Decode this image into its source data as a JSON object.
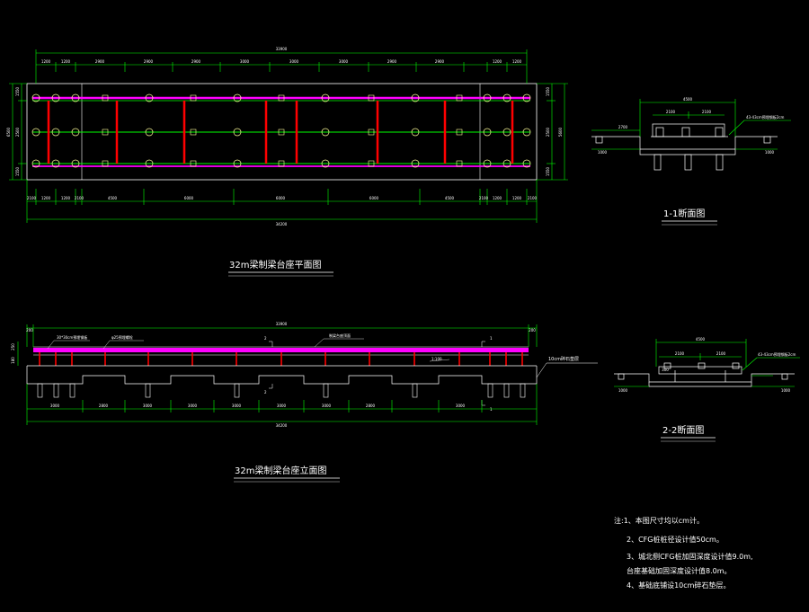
{
  "plan": {
    "title": "32m梁制梁台座平面图",
    "overall_top": "33900",
    "overall_bottom": "34200",
    "top_dims": [
      "1200",
      "1200",
      "2900",
      "2900",
      "2900",
      "3000",
      "3000",
      "3000",
      "2900",
      "2900",
      "1200",
      "1200"
    ],
    "bottom_dims": [
      "2100",
      "1200",
      "1200",
      "2100",
      "4500",
      "6000",
      "6000",
      "6000",
      "4500",
      "2100",
      "1200",
      "1200",
      "2100"
    ],
    "left_dims": [
      "1550",
      "2500",
      "1550"
    ],
    "left_total": "6500",
    "right_dims": [
      "1550",
      "2500",
      "1550"
    ],
    "right_total": "5600"
  },
  "section11": {
    "title": "1-1断面图",
    "top_total": "4500",
    "top_dims": [
      "2100",
      "2100"
    ],
    "left_dim": "2700",
    "left_sub": "1000",
    "right_sub": "1000",
    "callout": "43-43cm预埋钢板2cm"
  },
  "elevation": {
    "title": "32m梁制梁台座立面图",
    "overall_top": "33900",
    "overall_bottom": "34200",
    "left_end": "200",
    "right_end": "200",
    "left_height_a": "250",
    "left_height_b": "180",
    "label_plate": "30*30cm预埋钢板",
    "label_bolt": "φ25预埋螺栓",
    "label_beam": "制梁台座顶面",
    "label_slope": "1:100",
    "cushion_callout": "10cm碎石垫层",
    "section_mark_1": "1",
    "section_mark_2": "2",
    "dims": [
      "3000",
      "2800",
      "3000",
      "3000",
      "3000",
      "3000",
      "3000",
      "2800",
      "3000"
    ]
  },
  "section22": {
    "title": "2-2断面图",
    "top_total": "4500",
    "top_dims": [
      "2100",
      "2100"
    ],
    "left_dim": "300",
    "left_sub": "1000",
    "right_sub": "1000",
    "callout": "43-43cm预埋钢板2cm"
  },
  "notes": {
    "line1": "注:1、本图尺寸均以cm计。",
    "line2": "2、CFG桩桩径设计值50cm。",
    "line3": "3、城北侧CFG桩加固深度设计值9.0m,",
    "line4": "台座基础加固深度设计值8.0m。",
    "line5": "4、基础底铺设10cm碎石垫层。"
  },
  "colors": {
    "background": "#000000",
    "outline": "#ffffff",
    "dimension": "#00ff00",
    "rail": "#ff00ff",
    "cross_beam": "#ff0000",
    "node": "#ffff66",
    "pile": "#ffffff"
  }
}
